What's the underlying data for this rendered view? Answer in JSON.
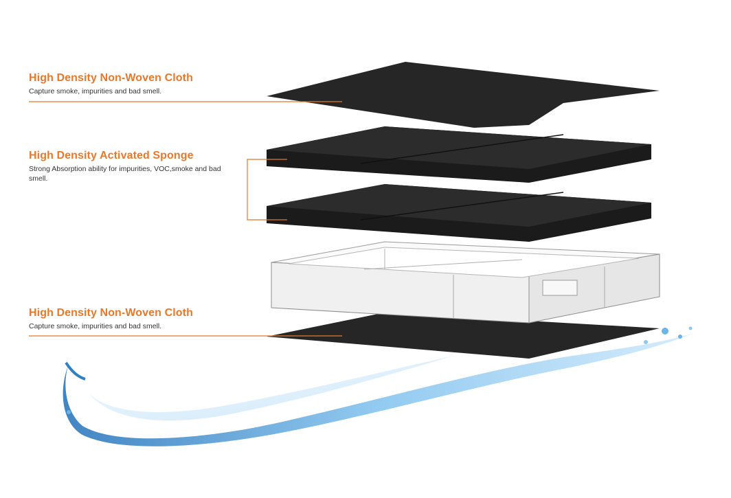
{
  "colors": {
    "accent": "#e8782a",
    "text": "#333333",
    "filter_dark": "#222222",
    "frame": "#f2f2f2",
    "water": "#4a9ad6"
  },
  "labels": {
    "top": {
      "title": "High Density Non-Woven Cloth",
      "desc": "Capture smoke, impurities and bad smell."
    },
    "middle": {
      "title": "High Density Activated Sponge",
      "desc": "Strong Absorption ability for impurities, VOC,smoke and bad smell."
    },
    "bottom": {
      "title": "High Density Non-Woven Cloth",
      "desc": "Capture smoke, impurities and bad smell."
    }
  }
}
